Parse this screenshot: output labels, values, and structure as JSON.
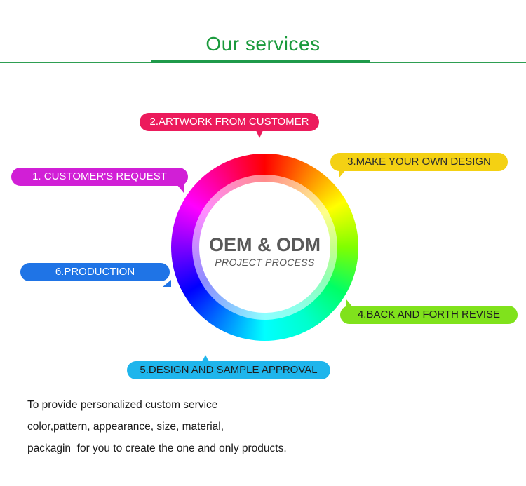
{
  "header": {
    "title": "Our services",
    "accent_color": "#1a9a3c"
  },
  "wheel": {
    "title": "OEM & ODM",
    "subtitle": "PROJECT PROCESS"
  },
  "steps": [
    {
      "label": "1. CUSTOMER'S REQUEST",
      "color": "#d11fd6"
    },
    {
      "label": "2.ARTWORK FROM CUSTOMER",
      "color": "#ec1b5c"
    },
    {
      "label": "3.MAKE YOUR OWN DESIGN",
      "color": "#f4d113"
    },
    {
      "label": "4.BACK AND FORTH REVISE",
      "color": "#80e21c"
    },
    {
      "label": "5.DESIGN AND SAMPLE APPROVAL",
      "color": "#1fb5ec"
    },
    {
      "label": "6.PRODUCTION",
      "color": "#1f74e6"
    }
  ],
  "description": [
    "To provide personalized custom service",
    "color,pattern, appearance, size, material,",
    "packagin  for you to create the one and only products."
  ]
}
